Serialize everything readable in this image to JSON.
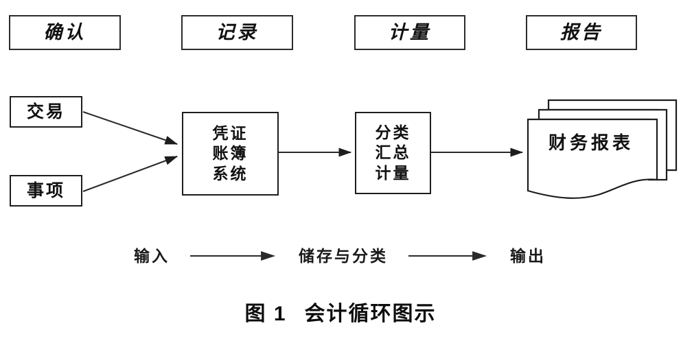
{
  "figure": {
    "caption_number": "图 1",
    "caption_title": "会计循环图示"
  },
  "phases": [
    {
      "id": "phase-confirm",
      "label": "确认"
    },
    {
      "id": "phase-record",
      "label": "记录"
    },
    {
      "id": "phase-measure",
      "label": "计量"
    },
    {
      "id": "phase-report",
      "label": "报告"
    }
  ],
  "sources": [
    {
      "id": "source-transaction",
      "label": "交易"
    },
    {
      "id": "source-event",
      "label": "事项"
    }
  ],
  "processes": [
    {
      "id": "process-voucher-ledger-system",
      "lines": [
        "凭证",
        "账簿",
        "系统"
      ]
    },
    {
      "id": "process-classify-summarize-measure",
      "lines": [
        "分类",
        "汇总",
        "计量"
      ]
    }
  ],
  "output": {
    "id": "output-financial-statements",
    "label": "财务报表",
    "document_count": 3
  },
  "flow_legend": [
    {
      "id": "flow-input",
      "label": "输入"
    },
    {
      "id": "flow-storage",
      "label": "储存与分类"
    },
    {
      "id": "flow-output",
      "label": "输出"
    }
  ],
  "colors": {
    "stroke": "#1d1d1d",
    "phase_stroke": "#2b2b2b",
    "text": "#111111",
    "background": "#ffffff"
  }
}
